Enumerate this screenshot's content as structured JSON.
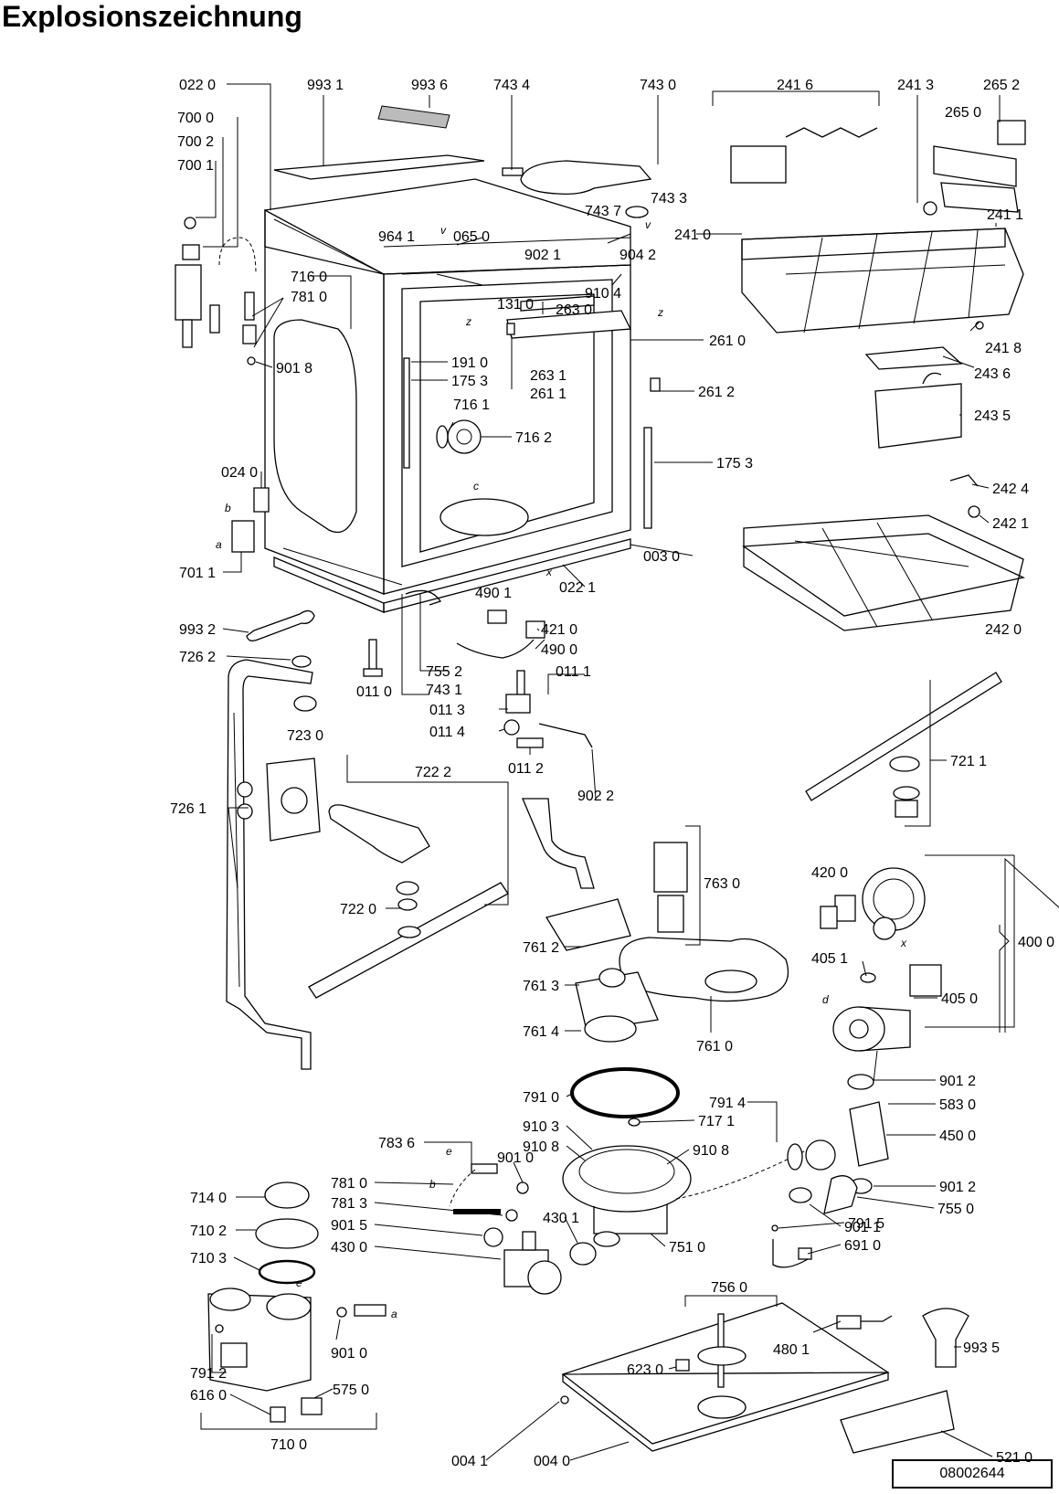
{
  "title": "Explosionszeichnung",
  "document_id": "08002644",
  "labels": {
    "l0220": "022 0",
    "l9931": "993 1",
    "l9936": "993 6",
    "l7434": "743 4",
    "l7430": "743 0",
    "l2416": "241 6",
    "l2413": "241 3",
    "l2652": "265 2",
    "l2650": "265 0",
    "l7000": "700 0",
    "l7002": "700 2",
    "l7001": "700 1",
    "l7437": "743 7",
    "l7433": "743 3",
    "l9641": "964 1",
    "l0650": "065 0",
    "l2410": "241 0",
    "l2411": "241 1",
    "l9021": "902 1",
    "l9042": "904 2",
    "l7160": "716 0",
    "l7810": "781 0",
    "l9104": "910 4",
    "l1310": "131 0",
    "l2630": "263 0",
    "l2418": "241 8",
    "l9018": "901 8",
    "l2610": "261 0",
    "l1910": "191 0",
    "l1753": "175 3",
    "l2436": "243 6",
    "l2631": "263 1",
    "l2611": "261 1",
    "l2612": "261 2",
    "l7161": "716 1",
    "l2435": "243 5",
    "l7162": "716 2",
    "l1753b": "175 3",
    "l0240": "024 0",
    "l2424": "242 4",
    "l2421": "242 1",
    "l0030": "003 0",
    "l7011": "701 1",
    "l0221": "022 1",
    "l4901": "490 1",
    "l9932": "993 2",
    "l4210": "421 0",
    "l2420": "242 0",
    "l4900": "490 0",
    "l7262": "726 2",
    "l7552": "755 2",
    "l0111": "011 1",
    "l0110": "011 0",
    "l7431": "743 1",
    "l0113": "011 3",
    "l7230": "723 0",
    "l0114": "011 4",
    "l7211": "721 1",
    "l0112": "011 2",
    "l9022": "902 2",
    "l7222": "722 2",
    "l7261": "726 1",
    "l7630": "763 0",
    "l4200": "420 0",
    "l7220": "722 0",
    "l4000": "400 0",
    "l7612": "761 2",
    "l4051": "405 1",
    "l7613": "761 3",
    "l4050": "405 0",
    "l7614": "761 4",
    "l7610": "761 0",
    "l9012": "901 2",
    "l7910": "791 0",
    "l5830": "583 0",
    "l7914": "791 4",
    "l9103": "910 3",
    "l7171": "717 1",
    "l4500": "450 0",
    "l9108": "910 8",
    "l9108b": "910 8",
    "l7836": "783 6",
    "l9012b": "901 2",
    "l9010": "901 0",
    "l7550": "755 0",
    "l7140": "714 0",
    "l7810b": "781 0",
    "l9011": "901 1",
    "l7813": "781 3",
    "l7915": "791 5",
    "l7102": "710 2",
    "l9015": "901 5",
    "l4301": "430 1",
    "l6910": "691 0",
    "l4300": "430 0",
    "l7510": "751 0",
    "l7103": "710 3",
    "l7560": "756 0",
    "l4801": "480 1",
    "l9935": "993 5",
    "l9010b": "901 0",
    "l6230": "623 0",
    "l7912": "791 2",
    "l5750": "575 0",
    "l6160": "616 0",
    "l0041": "004 1",
    "l0040": "004 0",
    "l5210": "521 0",
    "l7100": "710 0"
  },
  "letter_marks": {
    "z1": "z",
    "z2": "z",
    "v1": "v",
    "v2": "v",
    "c": "c",
    "x1": "x",
    "x2": "x",
    "b1": "b",
    "a1": "a",
    "b2": "b",
    "e1": "e",
    "e2": "e",
    "a2": "a",
    "d": "d"
  }
}
